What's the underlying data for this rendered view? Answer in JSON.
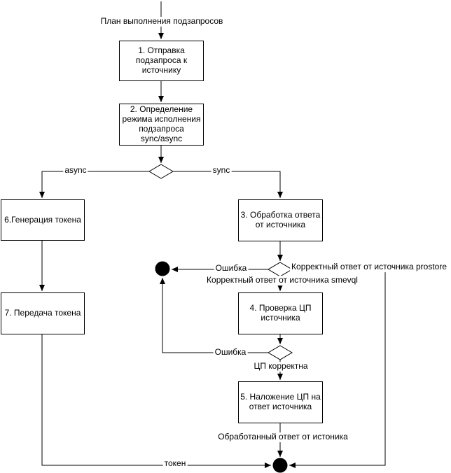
{
  "diagram": {
    "nodes": {
      "step1": "1. Отправка\nподзапроса к\nисточнику",
      "step2": "2. Определение\nрежима исполнения\nподзапроса\nsync/async",
      "step3": "3. Обработка ответа\nот источника",
      "step4": "4. Проверка ЦП\nисточника",
      "step5": "5. Наложение ЦП на\nответ источника",
      "step6": "6.Генерация токена",
      "step7": "7. Передача токена"
    },
    "labels": {
      "plan": "План выполнения подзапросов",
      "async_branch": "async",
      "sync_branch": "sync",
      "error_1": "Ошибка",
      "prostore": "Корректный ответ от источника prostore",
      "smevql": "Корректный ответ от источника smevql",
      "error_2": "Ошибка",
      "signature_ok": "ЦП корректна",
      "processed_response": "Обработанный ответ от истоника",
      "token": "токен"
    },
    "colors": {
      "stroke": "#000000",
      "node_fill": "#ffffff",
      "text": "#000000",
      "background": "#ffffff"
    }
  }
}
